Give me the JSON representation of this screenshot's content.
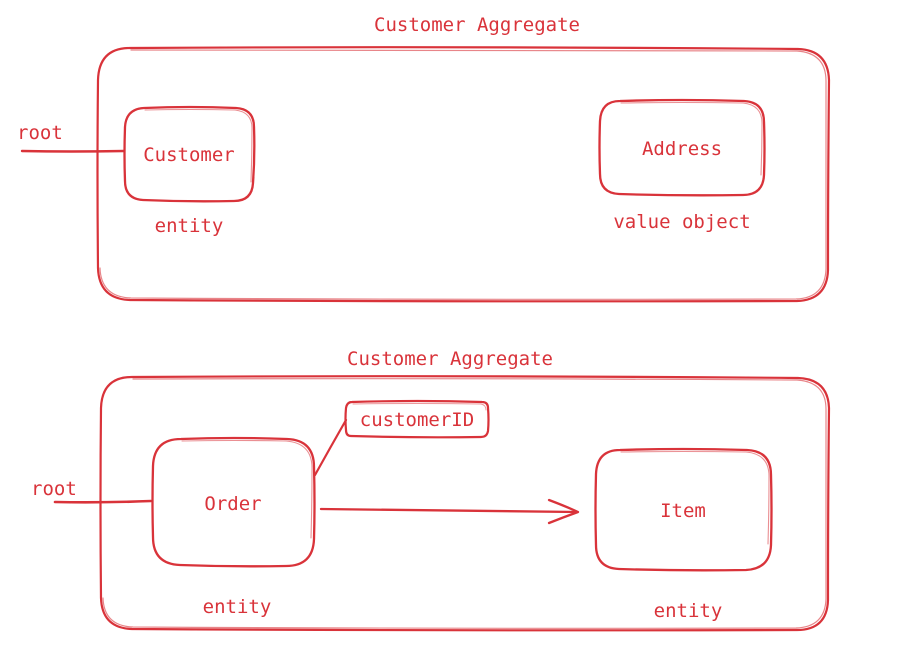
{
  "colors": {
    "ink": "#d9333a"
  },
  "diagram": {
    "top": {
      "title": "Customer Aggregate",
      "root_label": "root",
      "customer_box": {
        "label": "Customer",
        "caption": "entity"
      },
      "address_box": {
        "label": "Address",
        "caption": "value object"
      }
    },
    "bottom": {
      "title": "Customer Aggregate",
      "root_label": "root",
      "order_box": {
        "label": "Order",
        "caption": "entity"
      },
      "customer_id_tag": {
        "label": "customerID"
      },
      "item_box": {
        "label": "Item",
        "caption": "entity"
      }
    }
  }
}
